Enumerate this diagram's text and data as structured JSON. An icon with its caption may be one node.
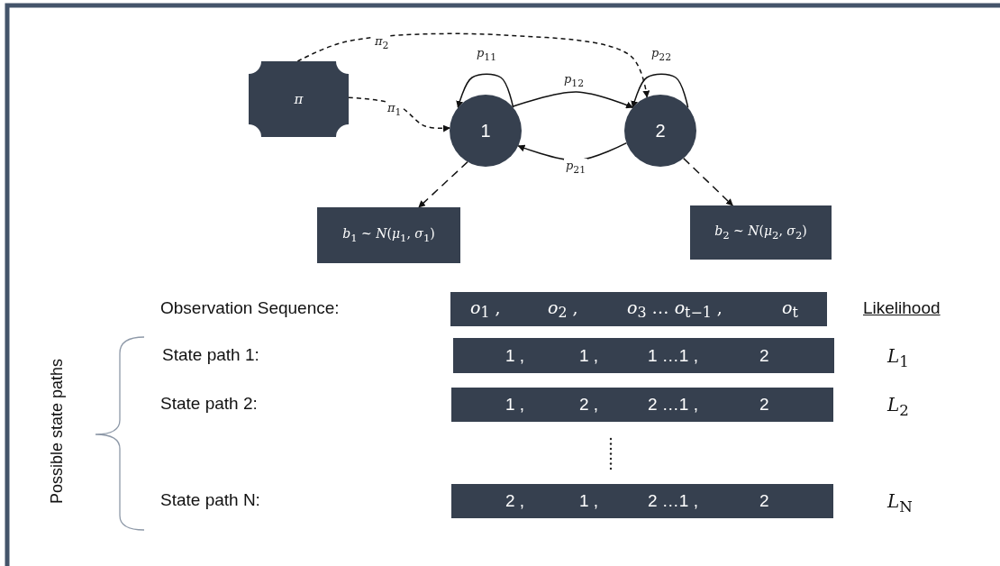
{
  "diagram": {
    "nodes": [
      {
        "text": [
          "*π*"
        ]
      },
      {
        "text": [
          "1"
        ]
      },
      {
        "text": [
          "2"
        ]
      },
      {
        "text": [
          "*b*$_{1}$ ~ *N*(*μ*$_{1}$, *σ*$_{1}$)"
        ]
      },
      {
        "text": [
          "*b*$_{2}$ ~ *N*(*μ*$_{2}$, *σ*$_{2}$)"
        ]
      },
      {
        "text": [
          "*o*$_{1}$ ,",
          "*o*$_{2}$ ,",
          "*o*$_{3}$ … *o*$_{t−1}$ ,",
          "*o*$_{t}$"
        ]
      },
      {
        "text": [
          "1 ,",
          "1 ,",
          "1 …1 ,",
          "2"
        ]
      },
      {
        "text": [
          "1 ,",
          "2 ,",
          "2 …1 ,",
          "2"
        ]
      },
      {
        "text": [
          "2 ,",
          "1 ,",
          "2 …1 ,",
          "2"
        ]
      }
    ],
    "edges": [
      {
        "from": 0,
        "to": 1,
        "arrow": "to",
        "label": "*π*$_{1}$",
        "style": "dashed"
      },
      {
        "from": 0,
        "to": 2,
        "arrow": "to",
        "label": "*π*$_{2}$",
        "style": "dashed"
      },
      {
        "from": 1,
        "to": 1,
        "arrow": "to",
        "label": "*p*$_{11}$"
      },
      {
        "from": 2,
        "to": 2,
        "arrow": "to",
        "label": "*p*$_{22}$"
      },
      {
        "from": 1,
        "to": 2,
        "arrow": "to",
        "label": "*p*$_{12}$"
      },
      {
        "from": 2,
        "to": 1,
        "arrow": "to",
        "label": "*p*$_{21}$"
      },
      {
        "from": 1,
        "to": 3,
        "arrow": "to",
        "style": "dashed"
      },
      {
        "from": 2,
        "to": 4,
        "arrow": "to",
        "style": "dashed"
      }
    ],
    "labels": [
      "Observation Sequence:",
      "Likelihood",
      "State path 1:",
      "*L*$_{1}$",
      "State path 2:",
      "*L*$_{2}$",
      "State path N:",
      "*L*$_{N}$",
      "Possible state paths"
    ]
  }
}
